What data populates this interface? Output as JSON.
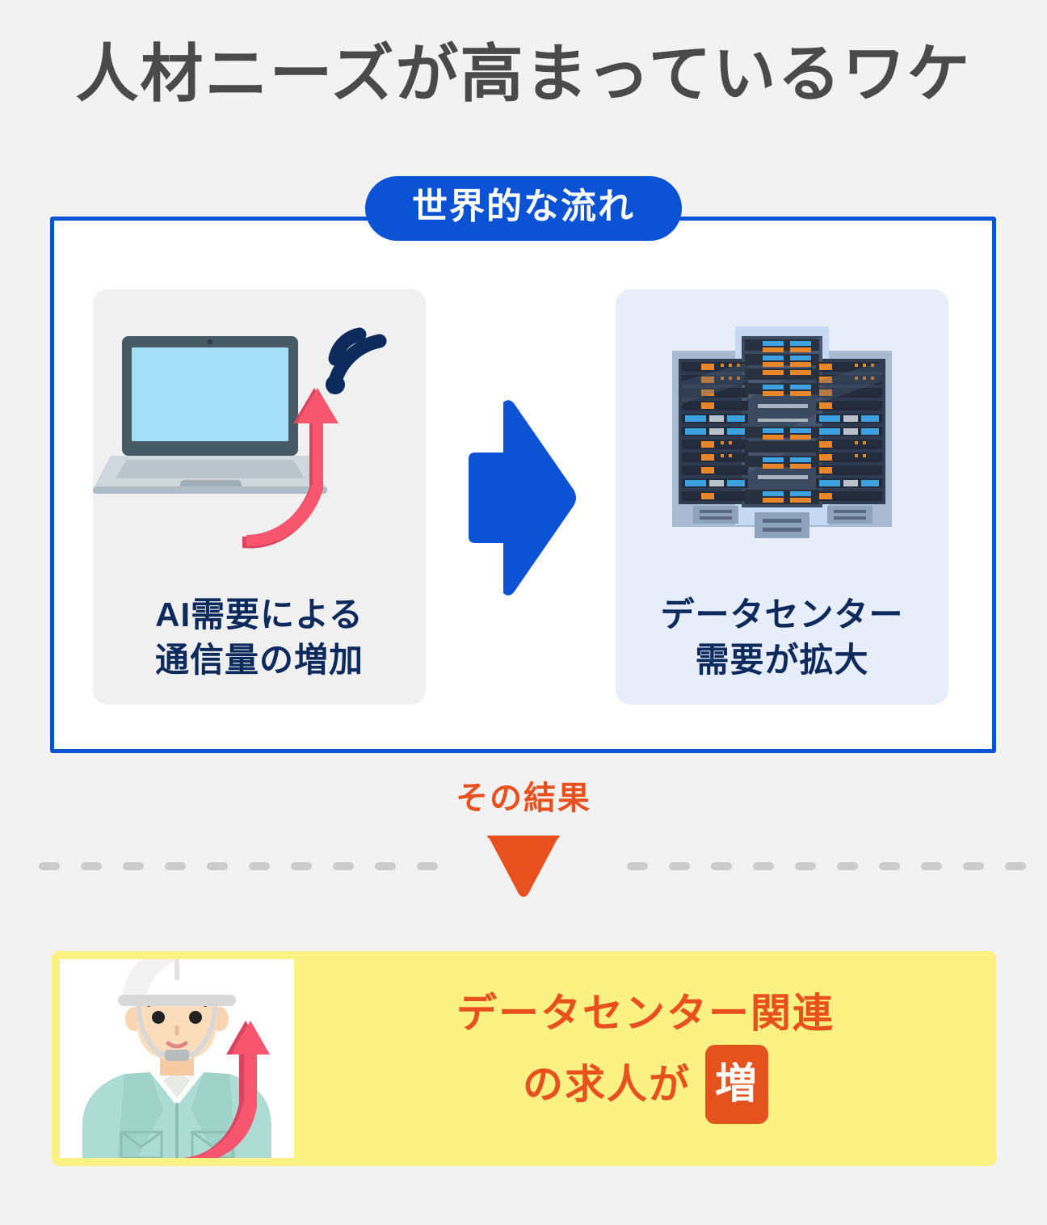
{
  "page": {
    "title": "人材ニーズが高まっているワケ",
    "background_color": "#F2F2F2"
  },
  "flow_section": {
    "badge_label": "世界的な流れ",
    "badge_color": "#0B52D4",
    "frame_border_color": "#0B52D4",
    "cards": [
      {
        "id": "ai-traffic",
        "caption": "AI需要による\n通信量の増加",
        "background_color": "#F0F0F0",
        "text_color": "#0D2A5C",
        "icons": [
          "laptop-icon",
          "wifi-icon",
          "up-arrow-icon"
        ]
      },
      {
        "id": "datacenter-demand",
        "caption": "データセンター\n需要が拡大",
        "background_color": "#E8EDFA",
        "text_color": "#0D2A5C",
        "icons": [
          "server-rack-icon"
        ]
      }
    ],
    "connector_icon": "right-arrow-icon",
    "connector_color": "#0B52D4"
  },
  "result_section": {
    "label": "その結果",
    "label_color": "#E8511E",
    "arrow_icon": "down-triangle-icon",
    "divider_color": "#CCCCCC"
  },
  "conclusion": {
    "banner_color": "#FCF284",
    "line1": "データセンター関連",
    "line2": "の求人が",
    "badge_text": "増",
    "badge_color": "#E4521E",
    "text_color": "#E8511E",
    "photo_alt": "construction-worker-photo"
  }
}
